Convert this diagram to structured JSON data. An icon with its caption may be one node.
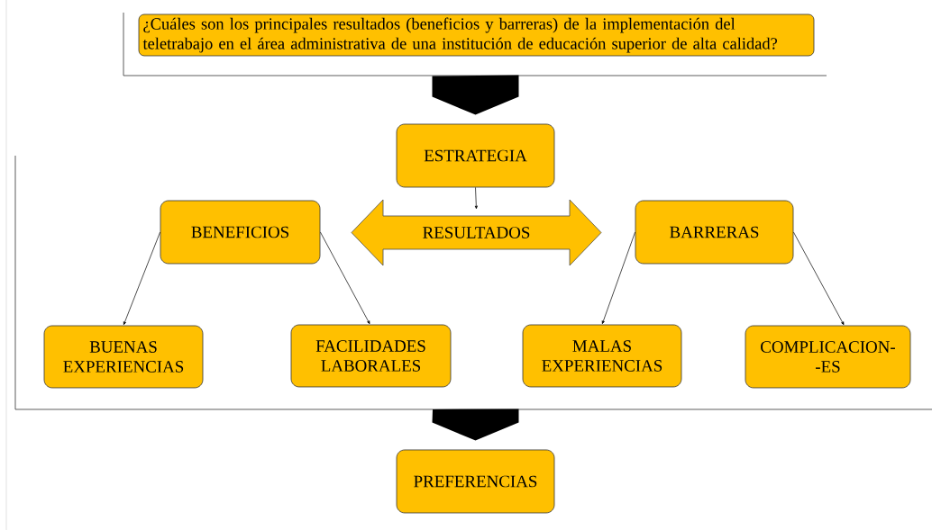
{
  "diagram": {
    "nodes": [
      {
        "text": [
          "¿Cuáles son los principales resultados (beneficios y barreras) de la implementación del teletrabajo en el área administrativa de una institución de educación superior de alta calidad?"
        ]
      },
      {
        "text": [
          "ESTRATEGIA"
        ]
      },
      {
        "text": [
          "RESULTADOS"
        ]
      },
      {
        "text": [
          "BENEFICIOS"
        ]
      },
      {
        "text": [
          "BARRERAS"
        ]
      },
      {
        "text": [
          "BUENAS EXPERIENCIAS"
        ]
      },
      {
        "text": [
          "FACILIDADES LABORALES"
        ]
      },
      {
        "text": [
          "MALAS EXPERIENCIAS"
        ]
      },
      {
        "text": [
          "COMPLICACION- -ES"
        ]
      },
      {
        "text": [
          "PREFERENCIAS"
        ]
      }
    ],
    "edges": [
      {
        "from": 0,
        "to": 1,
        "arrow": "to",
        "style": "thick"
      },
      {
        "from": 1,
        "to": 2,
        "arrow": "to"
      },
      {
        "from": 3,
        "to": 5,
        "arrow": "to"
      },
      {
        "from": 3,
        "to": 6,
        "arrow": "to"
      },
      {
        "from": 4,
        "to": 7,
        "arrow": "to"
      },
      {
        "from": 4,
        "to": 8,
        "arrow": "to"
      },
      {
        "from": null,
        "to": 9,
        "arrow": "to",
        "style": "thick"
      }
    ]
  }
}
